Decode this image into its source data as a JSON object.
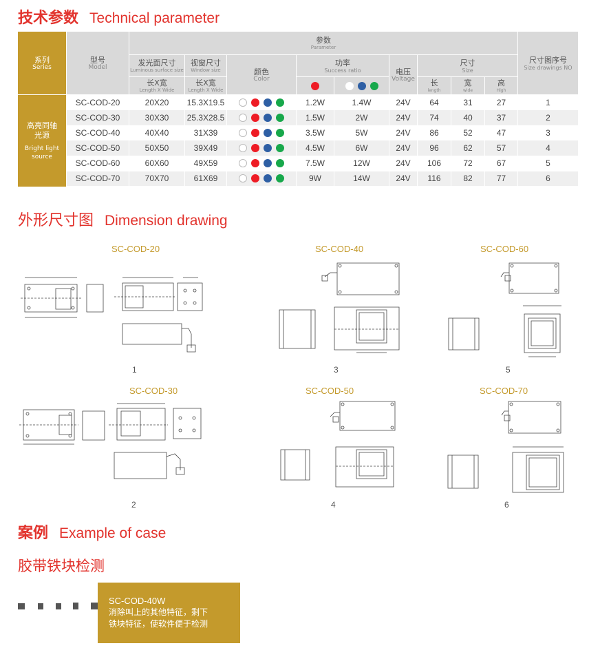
{
  "sections": {
    "tech": {
      "cn": "技术参数",
      "en": "Technical parameter"
    },
    "dim": {
      "cn": "外形尺寸图",
      "en": "Dimension drawing"
    },
    "case": {
      "cn": "案例",
      "en": "Example of case"
    },
    "case_sub": {
      "cn": "胶带铁块检测"
    }
  },
  "table": {
    "series": {
      "cn": "系列",
      "en": "Series"
    },
    "model": {
      "cn": "型号",
      "en": "Model"
    },
    "param": {
      "cn": "参数",
      "en": "Parameter"
    },
    "lum": {
      "cn": "发光面尺寸",
      "en": "Luminous surface size",
      "sub_cn": "长X宽",
      "sub_en": "Length X Wide"
    },
    "win": {
      "cn": "视窗尺寸",
      "en": "Window size",
      "sub_cn": "长X宽",
      "sub_en": "Length X Wide"
    },
    "color": {
      "cn": "颜色",
      "en": "Color"
    },
    "power": {
      "cn": "功率",
      "en": "Success ratio"
    },
    "voltage": {
      "cn": "电压",
      "en": "Voltage"
    },
    "size": {
      "cn": "尺寸",
      "en": "Size"
    },
    "len": {
      "cn": "长",
      "en": "length"
    },
    "wid": {
      "cn": "宽",
      "en": "wide"
    },
    "hgt": {
      "cn": "高",
      "en": "High"
    },
    "drawno": {
      "cn": "尺寸图序号",
      "en": "Size drawings NO"
    },
    "series_name": {
      "cn1": "高亮同轴",
      "cn2": "光源",
      "en1": "Bright light",
      "en2": "source"
    },
    "rows": [
      {
        "model": "SC-COD-20",
        "lum": "20X20",
        "win": "15.3X19.5",
        "p1": "1.2W",
        "p2": "1.4W",
        "v": "24V",
        "l": "64",
        "w": "31",
        "h": "27",
        "no": "1"
      },
      {
        "model": "SC-COD-30",
        "lum": "30X30",
        "win": "25.3X28.5",
        "p1": "1.5W",
        "p2": "2W",
        "v": "24V",
        "l": "74",
        "w": "40",
        "h": "37",
        "no": "2"
      },
      {
        "model": "SC-COD-40",
        "lum": "40X40",
        "win": "31X39",
        "p1": "3.5W",
        "p2": "5W",
        "v": "24V",
        "l": "86",
        "w": "52",
        "h": "47",
        "no": "3"
      },
      {
        "model": "SC-COD-50",
        "lum": "50X50",
        "win": "39X49",
        "p1": "4.5W",
        "p2": "6W",
        "v": "24V",
        "l": "96",
        "w": "62",
        "h": "57",
        "no": "4"
      },
      {
        "model": "SC-COD-60",
        "lum": "60X60",
        "win": "49X59",
        "p1": "7.5W",
        "p2": "12W",
        "v": "24V",
        "l": "106",
        "w": "72",
        "h": "67",
        "no": "5"
      },
      {
        "model": "SC-COD-70",
        "lum": "70X70",
        "win": "61X69",
        "p1": "9W",
        "p2": "14W",
        "v": "24V",
        "l": "116",
        "w": "82",
        "h": "77",
        "no": "6"
      }
    ],
    "colors": {
      "white": "#ffffff",
      "red": "#ee1c25",
      "blue": "#2e5fa4",
      "green": "#17a84b",
      "gold": "#c49a2c"
    }
  },
  "drawings": [
    {
      "label": "SC-COD-20",
      "num": "1"
    },
    {
      "label": "SC-COD-30",
      "num": "2"
    },
    {
      "label": "SC-COD-40",
      "num": "3"
    },
    {
      "label": "SC-COD-50",
      "num": "4"
    },
    {
      "label": "SC-COD-60",
      "num": "5"
    },
    {
      "label": "SC-COD-70",
      "num": "6"
    }
  ],
  "case_box": {
    "model": "SC-COD-40W",
    "line1": "消除叫上的其他特征，剩下",
    "line2": "铁块特征，使软件便于检测"
  }
}
